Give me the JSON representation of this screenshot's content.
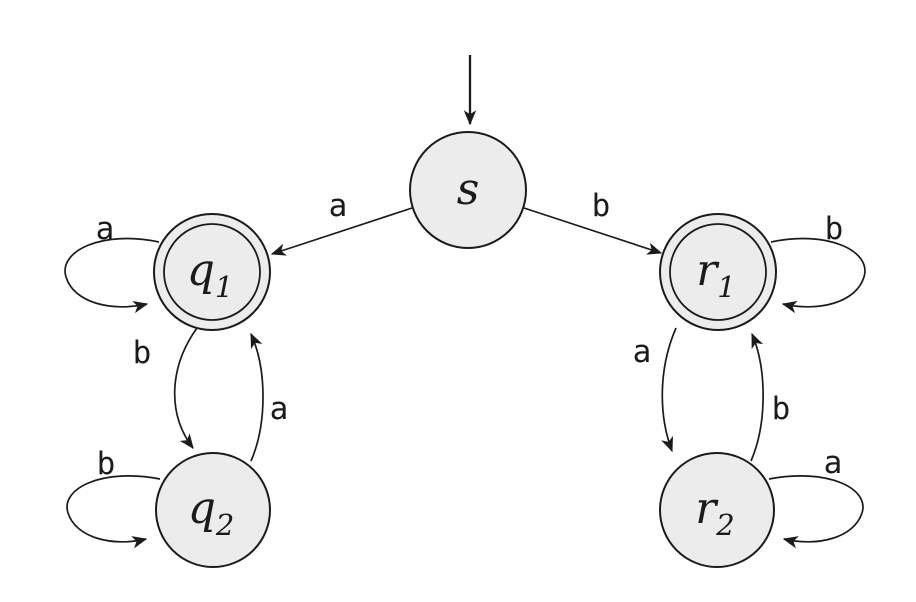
{
  "colors": {
    "background": "#ffffff",
    "state_fill": "#ececec",
    "stroke": "#1b1b1b"
  },
  "states": [
    {
      "id": "s",
      "letter": "s",
      "sub": "",
      "start": true,
      "accepting": false
    },
    {
      "id": "q1",
      "letter": "q",
      "sub": "1",
      "start": false,
      "accepting": true
    },
    {
      "id": "q2",
      "letter": "q",
      "sub": "2",
      "start": false,
      "accepting": false
    },
    {
      "id": "r1",
      "letter": "r",
      "sub": "1",
      "start": false,
      "accepting": true
    },
    {
      "id": "r2",
      "letter": "r",
      "sub": "2",
      "start": false,
      "accepting": false
    }
  ],
  "transitions": [
    {
      "from": "start",
      "to": "s",
      "label": ""
    },
    {
      "from": "s",
      "to": "q1",
      "label": "a"
    },
    {
      "from": "s",
      "to": "r1",
      "label": "b"
    },
    {
      "from": "q1",
      "to": "q1",
      "label": "a"
    },
    {
      "from": "q1",
      "to": "q2",
      "label": "b"
    },
    {
      "from": "q2",
      "to": "q1",
      "label": "a"
    },
    {
      "from": "q2",
      "to": "q2",
      "label": "b"
    },
    {
      "from": "r1",
      "to": "r1",
      "label": "b"
    },
    {
      "from": "r1",
      "to": "r2",
      "label": "a"
    },
    {
      "from": "r2",
      "to": "r1",
      "label": "b"
    },
    {
      "from": "r2",
      "to": "r2",
      "label": "a"
    }
  ]
}
